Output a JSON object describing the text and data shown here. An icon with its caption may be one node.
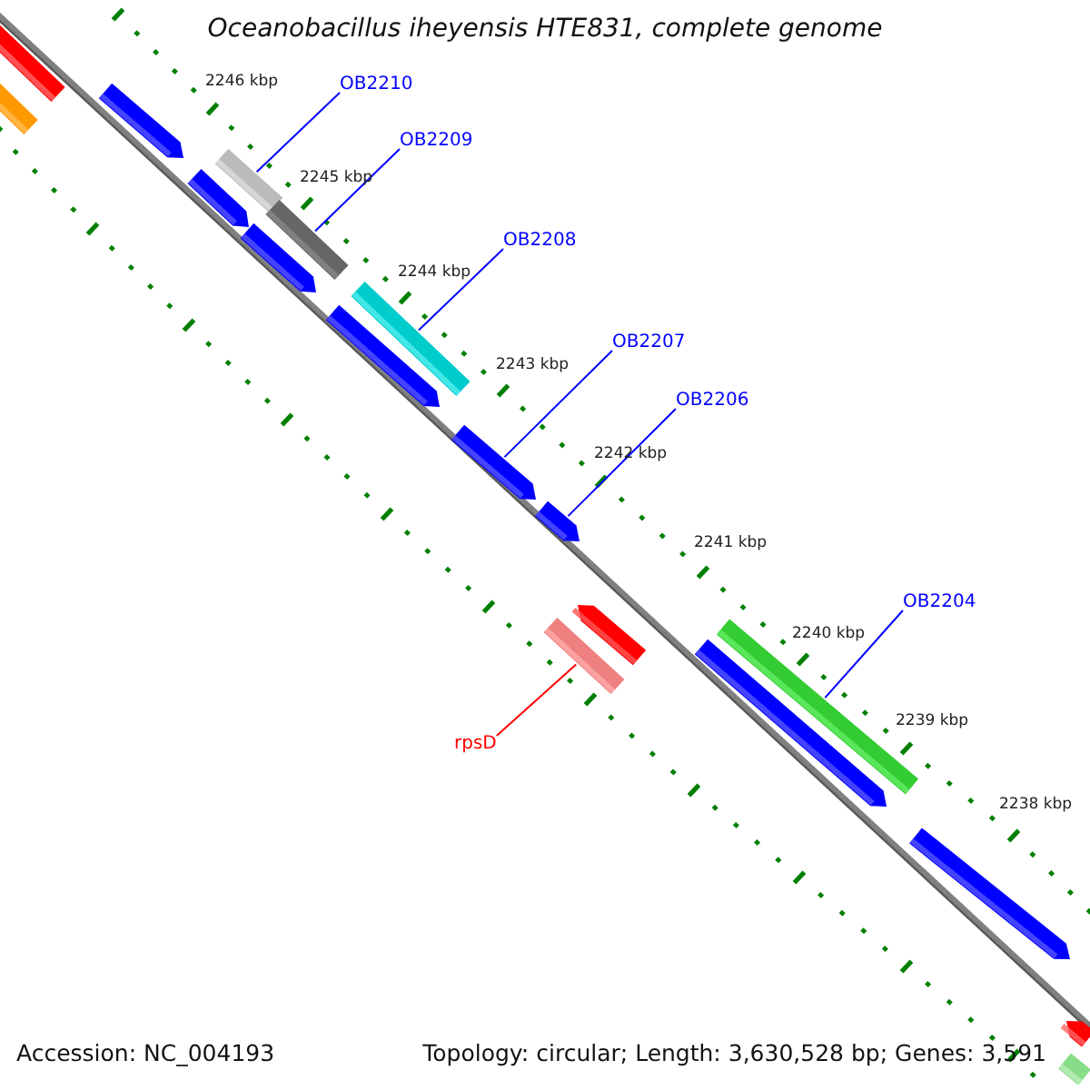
{
  "diagram": {
    "title": "Oceanobacillus iheyensis HTE831, complete genome",
    "nodes": [
      {
        "text": [
          "OB2210"
        ]
      },
      {
        "text": [],
        "shape": "bar"
      },
      {
        "text": [
          "OB2209"
        ]
      },
      {
        "text": [],
        "shape": "bar"
      },
      {
        "text": [
          "OB2208"
        ]
      },
      {
        "text": [],
        "shape": "bar"
      },
      {
        "text": [
          "OB2207"
        ]
      },
      {
        "text": [],
        "shape": "arrow"
      },
      {
        "text": [
          "OB2206"
        ]
      },
      {
        "text": [],
        "shape": "arrow"
      },
      {
        "text": [
          "OB2204"
        ]
      },
      {
        "text": [],
        "shape": "bar"
      },
      {
        "text": [
          "rpsD"
        ]
      },
      {
        "text": [],
        "shape": "bar"
      },
      {
        "text": [],
        "shape": "arrow"
      },
      {
        "text": [],
        "shape": "arrow"
      },
      {
        "text": [],
        "shape": "arrow"
      },
      {
        "text": [],
        "shape": "arrow"
      },
      {
        "text": [],
        "shape": "arrow"
      },
      {
        "text": [],
        "shape": "arrow"
      },
      {
        "text": [],
        "shape": "bar"
      },
      {
        "text": [],
        "shape": "bar"
      },
      {
        "text": [],
        "shape": "arrow"
      },
      {
        "text": [],
        "shape": "arrow"
      },
      {
        "text": [],
        "shape": "bar"
      }
    ],
    "edges": [
      {
        "from": 0,
        "to": 1,
        "arrow": "none"
      },
      {
        "from": 2,
        "to": 3,
        "arrow": "none"
      },
      {
        "from": 4,
        "to": 5,
        "arrow": "none"
      },
      {
        "from": 6,
        "to": 7,
        "arrow": "none"
      },
      {
        "from": 8,
        "to": 9,
        "arrow": "none"
      },
      {
        "from": 10,
        "to": 11,
        "arrow": "none"
      },
      {
        "from": 12,
        "to": 13,
        "arrow": "none",
        "color": "#ff0000"
      }
    ],
    "labels": [
      "2246 kbp",
      "2245 kbp",
      "2244 kbp",
      "2243 kbp",
      "2242 kbp",
      "2241 kbp",
      "2240 kbp",
      "2239 kbp",
      "2238 kbp",
      "Accession: NC_004193",
      "Topology: circular; Length: 3,630,528 bp; Genes: 3,591"
    ]
  }
}
